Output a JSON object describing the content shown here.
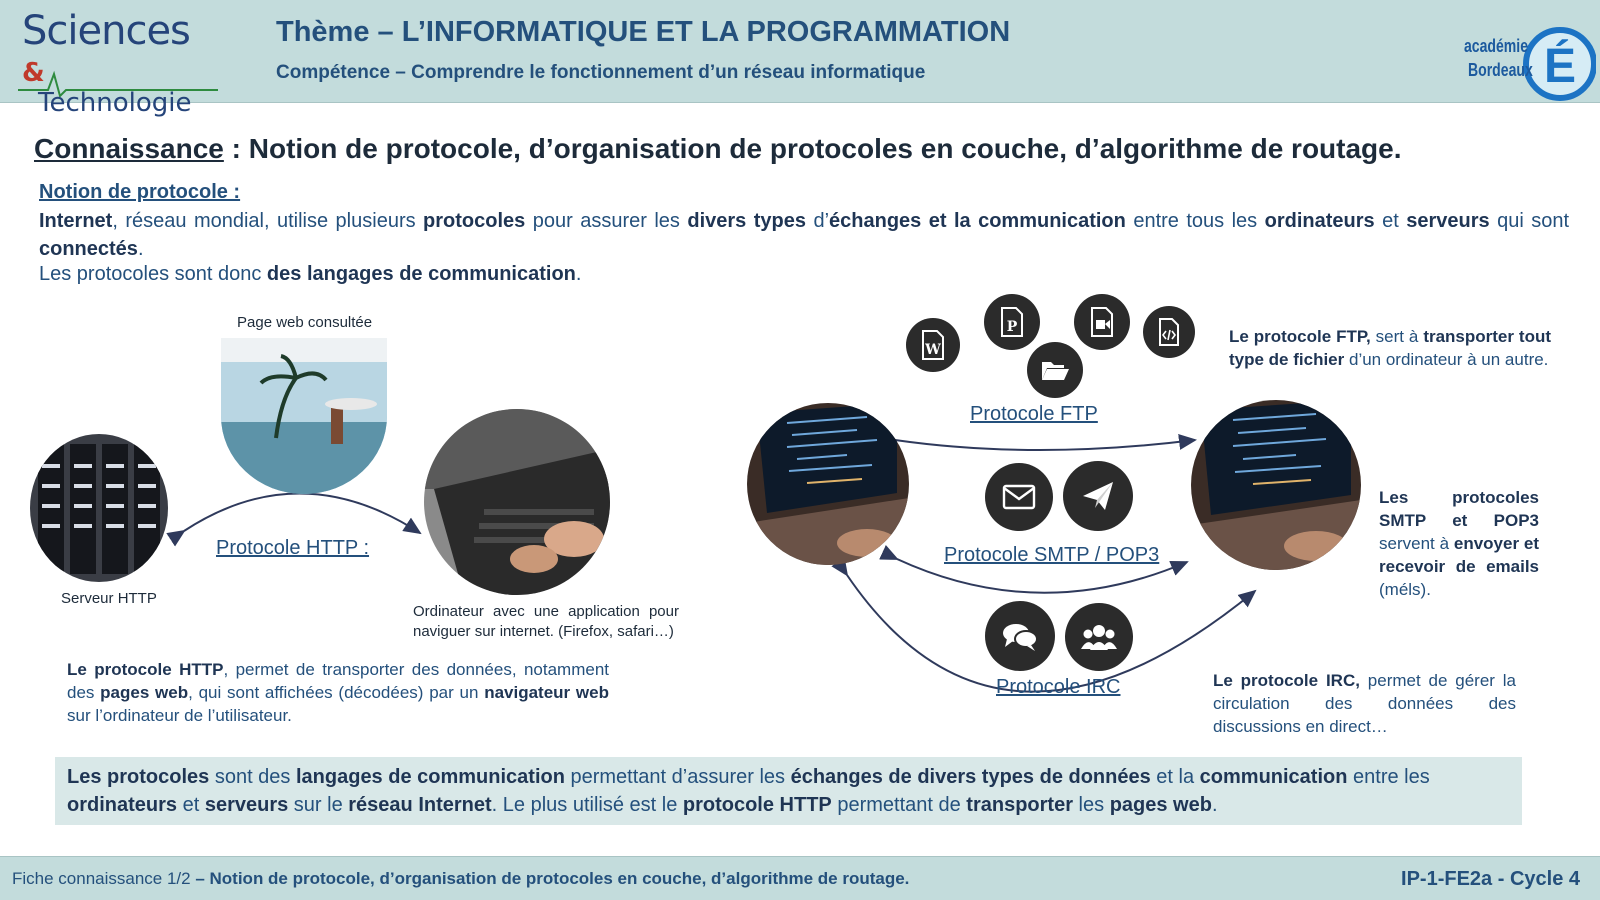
{
  "header": {
    "logo_line1": "Sciences",
    "logo_amp": "&",
    "logo_line2": "Technologie",
    "theme": "Thème – L’INFORMATIQUE ET LA PROGRAMMATION",
    "competence": "Compétence – Comprendre le fonctionnement d’un réseau informatique",
    "academy_line1": "académie",
    "academy_line2": "Bordeaux",
    "academy_letter": "É"
  },
  "knowledge": {
    "label": "Connaissance",
    "title": " : Notion de protocole, d’organisation de protocoles en couche, d’algorithme de routage."
  },
  "notion": {
    "label": "Notion de protocole :",
    "p1": [
      {
        "t": "Internet",
        "b": true
      },
      {
        "t": ", réseau mondial, utilise plusieurs ",
        "b": false
      },
      {
        "t": "protocoles",
        "b": true
      },
      {
        "t": " pour assurer les ",
        "b": false
      },
      {
        "t": "divers types",
        "b": true
      },
      {
        "t": " d’",
        "b": false
      },
      {
        "t": "échanges et la communication",
        "b": true
      },
      {
        "t": " entre tous les ",
        "b": false
      },
      {
        "t": "ordinateurs",
        "b": true
      },
      {
        "t": " et ",
        "b": false
      },
      {
        "t": "serveurs",
        "b": true
      },
      {
        "t": " qui sont ",
        "b": false
      },
      {
        "t": "connectés",
        "b": true
      },
      {
        "t": ".",
        "b": false
      }
    ],
    "p2": [
      {
        "t": "Les protocoles sont donc ",
        "b": false
      },
      {
        "t": "des langages de communication",
        "b": true
      },
      {
        "t": ".",
        "b": false
      }
    ]
  },
  "http_section": {
    "page_caption": "Page web consultée",
    "server_caption": "Serveur HTTP",
    "protocol_label": "Protocole HTTP :",
    "computer_caption": "Ordinateur avec une application pour naviguer sur internet. (Firefox, safari…)",
    "description": [
      {
        "t": "Le protocole HTTP",
        "b": true
      },
      {
        "t": ", permet de transporter des données, notamment des ",
        "b": false
      },
      {
        "t": "pages web",
        "b": true
      },
      {
        "t": ", qui sont affichées (décodées) par un ",
        "b": false
      },
      {
        "t": "navigateur web",
        "b": true
      },
      {
        "t": " sur l’ordinateur de l’utilisateur.",
        "b": false
      }
    ]
  },
  "ftp_section": {
    "protocol_label": "Protocole FTP",
    "icons": [
      "word-file-icon",
      "powerpoint-file-icon",
      "video-file-icon",
      "code-file-icon",
      "folder-open-icon"
    ],
    "description": [
      {
        "t": "Le protocole FTP,",
        "b": true
      },
      {
        "t": " sert à ",
        "b": false
      },
      {
        "t": "transporter tout type de fichier",
        "b": true
      },
      {
        "t": " d’un ordinateur à un autre.",
        "b": false
      }
    ]
  },
  "smtp_section": {
    "protocol_label": "Protocole SMTP / POP3",
    "icons": [
      "envelope-icon",
      "paper-plane-icon"
    ],
    "description": [
      {
        "t": "Les protocoles SMTP et POP3",
        "b": true
      },
      {
        "t": " servent à ",
        "b": false
      },
      {
        "t": "envoyer et recevoir de emails",
        "b": true
      },
      {
        "t": " (méls).",
        "b": false
      }
    ]
  },
  "irc_section": {
    "protocol_label": "Protocole IRC",
    "icons": [
      "chat-bubbles-icon",
      "users-group-icon"
    ],
    "description": [
      {
        "t": "Le protocole IRC,",
        "b": true
      },
      {
        "t": " permet de gérer la circulation des données des discussions en direct…",
        "b": false
      }
    ]
  },
  "summary": [
    {
      "t": "Les protocoles",
      "b": true
    },
    {
      "t": " sont des ",
      "b": false
    },
    {
      "t": "langages de communication",
      "b": true
    },
    {
      "t": " permettant d’assurer les ",
      "b": false
    },
    {
      "t": "échanges de divers types de données",
      "b": true
    },
    {
      "t": " et la ",
      "b": false
    },
    {
      "t": "communication",
      "b": true
    },
    {
      "t": " entre les ",
      "b": false
    },
    {
      "t": "ordinateurs",
      "b": true
    },
    {
      "t": " et ",
      "b": false
    },
    {
      "t": "serveurs",
      "b": true
    },
    {
      "t": " sur le ",
      "b": false
    },
    {
      "t": "réseau Internet",
      "b": true
    },
    {
      "t": ". Le plus utilisé est le ",
      "b": false
    },
    {
      "t": "protocole HTTP",
      "b": true
    },
    {
      "t": " permettant de ",
      "b": false
    },
    {
      "t": "transporter",
      "b": true
    },
    {
      "t": " les ",
      "b": false
    },
    {
      "t": "pages web",
      "b": true
    },
    {
      "t": ".",
      "b": false
    }
  ],
  "footer": {
    "left_prefix": "Fiche connaissance 1/2",
    "left_title": " – Notion de protocole, d’organisation de protocoles en couche, d’algorithme de routage.",
    "right": "IP-1-FE2a - Cycle 4"
  },
  "colors": {
    "header_bg": "#c3dcdc",
    "text_blue": "#24507c",
    "icon_dark": "#2b2b2b",
    "summary_bg": "#d9e8e8"
  }
}
